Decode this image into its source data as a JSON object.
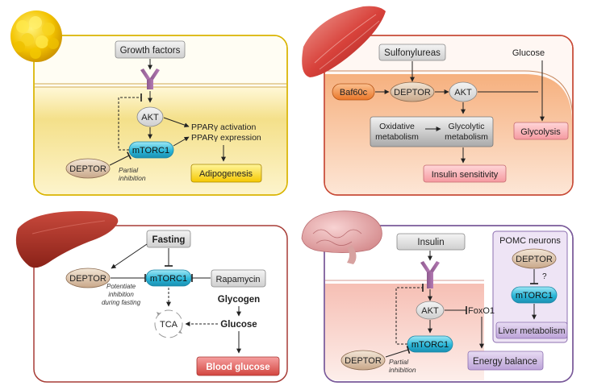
{
  "adipose": {
    "growth_factors": "Growth factors",
    "akt": "AKT",
    "mtorc1": "mTORC1",
    "deptor": "DEPTOR",
    "ppar_activation": "PPARγ activation",
    "ppar_expression": "PPARγ expression",
    "partial": "Partial",
    "inhibition": "inhibition",
    "adipogenesis": "Adipogenesis"
  },
  "muscle": {
    "sulfonylureas": "Sulfonylureas",
    "glucose": "Glucose",
    "baf60c": "Baf60c",
    "deptor": "DEPTOR",
    "akt": "AKT",
    "oxidative_1": "Oxidative",
    "oxidative_2": "metabolism",
    "glycolytic_1": "Glycolytic",
    "glycolytic_2": "metabolism",
    "glycolysis": "Glycolysis",
    "insulin_sensitivity": "Insulin sensitivity"
  },
  "liver": {
    "fasting": "Fasting",
    "deptor": "DEPTOR",
    "mtorc1": "mTORC1",
    "rapamycin": "Rapamycin",
    "potentiate_1": "Potentiate",
    "potentiate_2": "inhibition",
    "potentiate_3": "during fasting",
    "glycogen": "Glycogen",
    "glucose": "Glucose",
    "tca": "TCA",
    "blood_glucose": "Blood glucose"
  },
  "brain": {
    "insulin": "Insulin",
    "pomc_neurons": "POMC neurons",
    "deptor_pomc": "DEPTOR",
    "question": "?",
    "mtorc1_pomc": "mTORC1",
    "liver_metabolism": "Liver metabolism",
    "akt": "AKT",
    "foxo1": "FoxO1",
    "mtorc1": "mTORC1",
    "deptor": "DEPTOR",
    "partial": "Partial",
    "inhibition": "inhibition",
    "energy_balance": "Energy balance"
  }
}
